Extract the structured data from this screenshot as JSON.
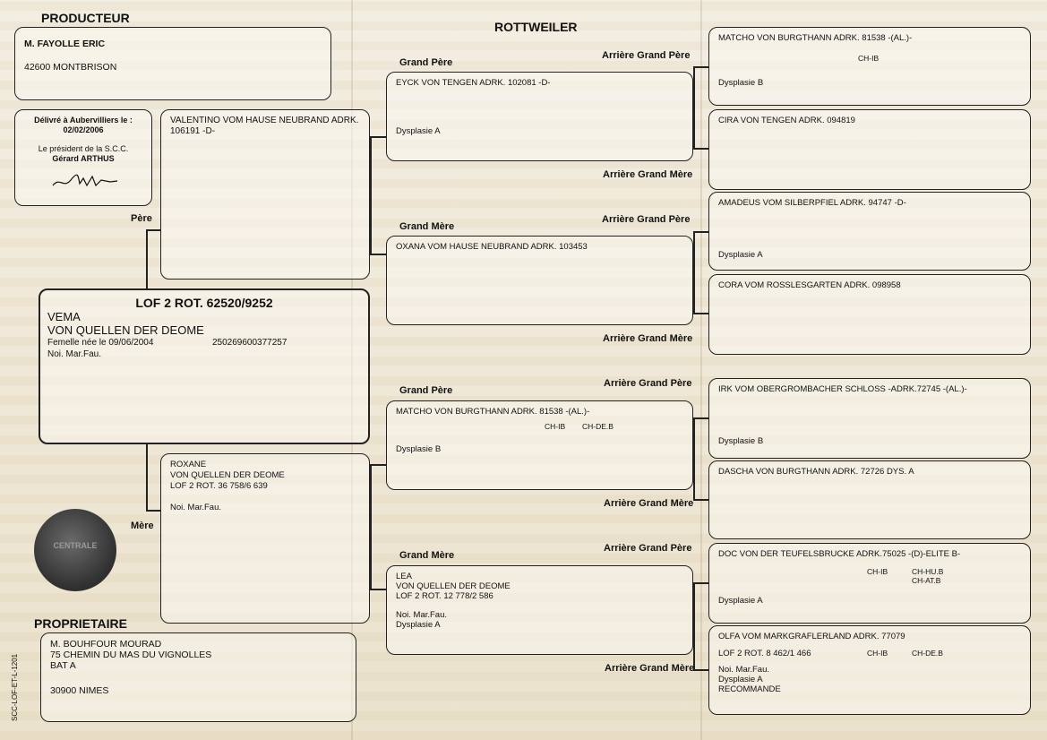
{
  "header": {
    "producteur_title": "PRODUCTEUR",
    "breed": "ROTTWEILER",
    "proprietaire_title": "PROPRIETAIRE"
  },
  "producer": {
    "name": "M. FAYOLLE ERIC",
    "city": "42600 MONTBRISON"
  },
  "issue": {
    "line1": "Délivré à Aubervilliers le :",
    "date": "02/02/2006",
    "line3": "Le président de la S.C.C.",
    "president": "Gérard ARTHUS"
  },
  "dog": {
    "lof": "LOF 2 ROT. 62520/9252",
    "name1": "VEMA",
    "name2": "VON QUELLEN DER DEOME",
    "sex_birth": "Femelle née le  09/06/2004",
    "chip": "250269600377257",
    "color": "Noi. Mar.Fau."
  },
  "labels": {
    "pere": "Père",
    "mere": "Mère",
    "grand_pere": "Grand Père",
    "grand_mere": "Grand Mère",
    "agp": "Arrière Grand Père",
    "agm": "Arrière Grand Mère"
  },
  "sire": {
    "line1": "VALENTINO VOM HAUSE NEUBRAND ADRK.",
    "line2": "106191 -D-"
  },
  "dam": {
    "line1": "ROXANE",
    "line2": "VON QUELLEN DER DEOME",
    "line3": "LOF 2 ROT. 36 758/6 639",
    "line4": "Noi. Mar.Fau."
  },
  "gp1": {
    "name": "EYCK VON TENGEN ADRK. 102081 -D-",
    "dys": "Dysplasie A"
  },
  "gm1": {
    "name": "OXANA VOM HAUSE NEUBRAND  ADRK. 103453"
  },
  "gp2": {
    "name": "MATCHO VON BURGTHANN ADRK. 81538 -(AL.)-",
    "t1": "CH-IB",
    "t2": "CH-DE.B",
    "dys": "Dysplasie B"
  },
  "gm2": {
    "l1": "LEA",
    "l2": "VON QUELLEN DER DEOME",
    "l3": "LOF 2 ROT. 12 778/2 586",
    "l4": "Noi. Mar.Fau.",
    "l5": "Dysplasie A"
  },
  "ggp": [
    {
      "name": "MATCHO VON BURGTHANN ADRK. 81538 -(AL.)-",
      "t1": "CH-IB",
      "dys": "Dysplasie B"
    },
    {
      "name": "CIRA VON TENGEN  ADRK. 094819"
    },
    {
      "name": "AMADEUS VOM SILBERPFIEL ADRK. 94747 -D-",
      "dys": "Dysplasie A"
    },
    {
      "name": "CORA VOM ROSSLESGARTEN  ADRK. 098958"
    },
    {
      "name": "IRK VOM OBERGROMBACHER SCHLOSS -ADRK.72745 -(AL.)-",
      "dys": "Dysplasie B"
    },
    {
      "name": "DASCHA VON BURGTHANN  ADRK. 72726 DYS. A"
    },
    {
      "name": "DOC VON DER TEUFELSBRUCKE ADRK.75025 -(D)-ELITE B-",
      "t1": "CH-IB",
      "t2": "CH-HU.B",
      "t3": "CH-AT.B",
      "dys": "Dysplasie A"
    },
    {
      "name": "OLFA VOM MARKGRAFLERLAND ADRK. 77079",
      "l2": "LOF 2 ROT. 8 462/1 466",
      "t1": "CH-IB",
      "t2": "CH-DE.B",
      "l3": "Noi. Mar.Fau.",
      "l4": "Dysplasie A",
      "l5": "RECOMMANDE"
    }
  ],
  "owner": {
    "name": "M. BOUHFOUR MOURAD",
    "addr1": "75 CHEMIN DU MAS DU VIGNOLLES",
    "addr2": "BAT A",
    "city": "30900 NIMES"
  },
  "footer": {
    "code": "SCC-LOF-ET-L-1201"
  }
}
